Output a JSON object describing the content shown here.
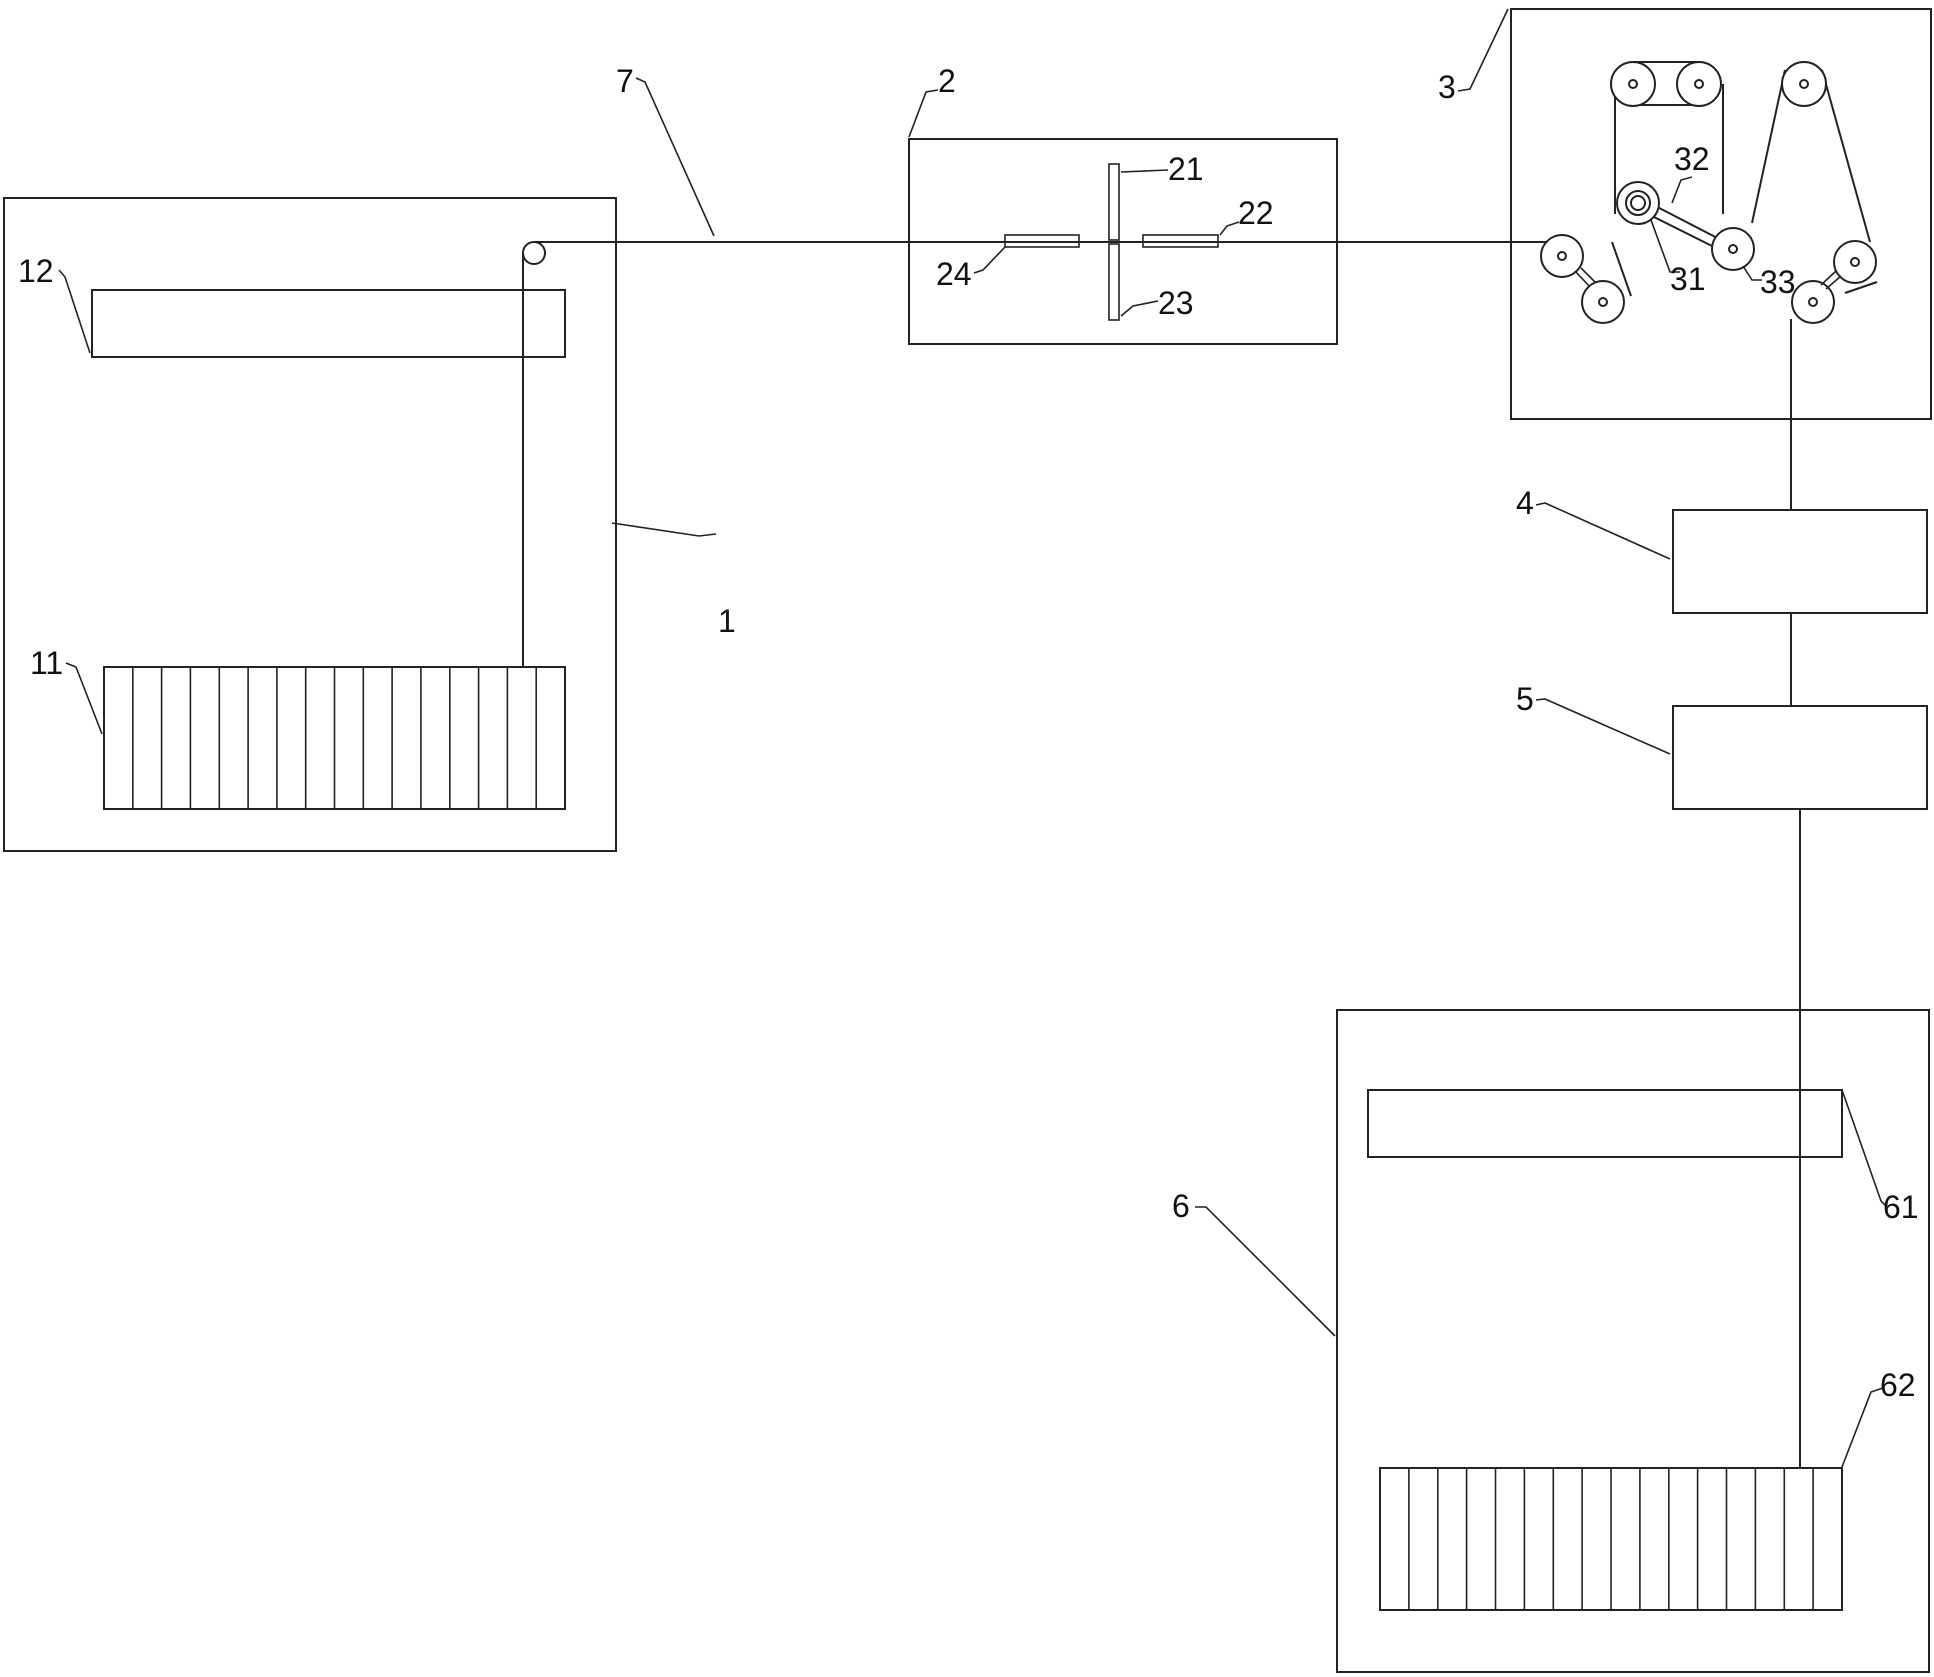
{
  "diagram": {
    "labels": {
      "l1": "1",
      "l11": "11",
      "l12": "12",
      "l2": "2",
      "l21": "21",
      "l22": "22",
      "l23": "23",
      "l24": "24",
      "l3": "3",
      "l31": "31",
      "l32": "32",
      "l33": "33",
      "l4": "4",
      "l5": "5",
      "l6": "6",
      "l61": "61",
      "l62": "62",
      "l7": "7"
    }
  }
}
